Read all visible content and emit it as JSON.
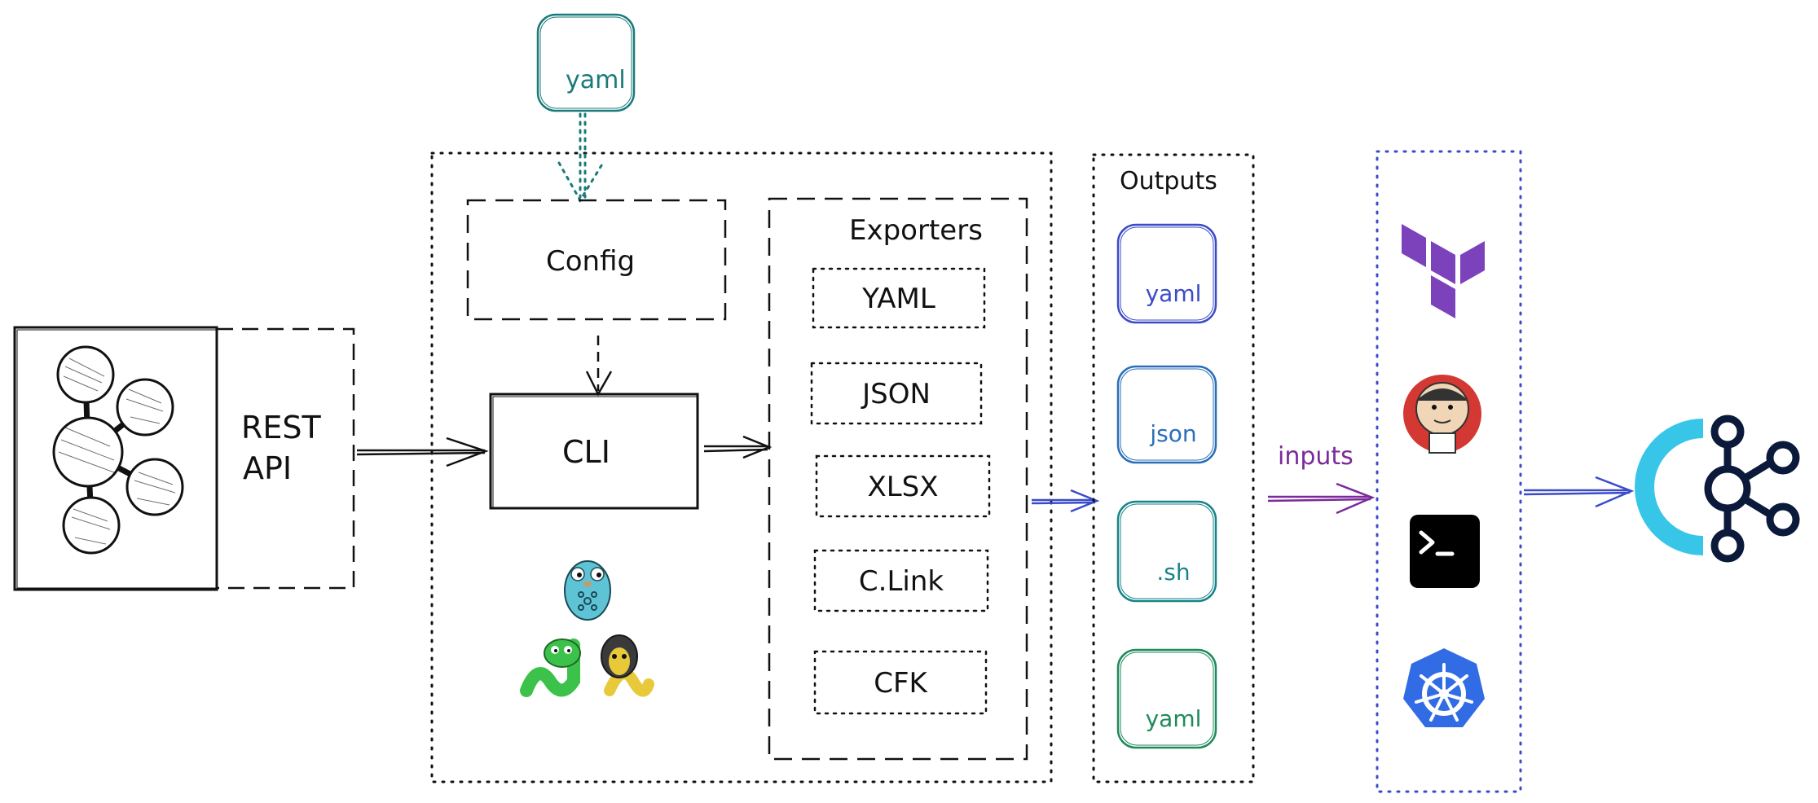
{
  "labels": {
    "rest_api_line1": "REST",
    "rest_api_line2": "API",
    "config": "Config",
    "cli": "CLI",
    "config_input": "yaml",
    "exporters_title": "Exporters",
    "outputs_title": "Outputs",
    "inputs": "inputs"
  },
  "exporters": [
    "YAML",
    "JSON",
    "XLSX",
    "C.Link",
    "CFK"
  ],
  "outputs": [
    {
      "label": "yaml",
      "color": "#3b4bc8"
    },
    {
      "label": "json",
      "color": "#2a6fb8"
    },
    {
      "label": ".sh",
      "color": "#17848a"
    },
    {
      "label": "yaml",
      "color": "#1f8a5a"
    }
  ],
  "colors": {
    "ink": "#111111",
    "teal": "#1a7a7a",
    "blue_arrow": "#3b4bc8",
    "purple": "#7a2a9a",
    "targets_border": "#3b4bc8",
    "terraform": "#7b42bc",
    "kubernetes": "#326ce5",
    "kafka_dark": "#0b1a3a",
    "kafka_accent": "#38c6e8"
  },
  "icons": {
    "graph": "graph-network-icon",
    "gopher": "go-gopher-icon",
    "snakes": "python-snakes-icon",
    "terraform": "terraform-icon",
    "jenkins": "jenkins-icon",
    "terminal": "terminal-icon",
    "kubernetes": "kubernetes-icon",
    "kafka": "kafka-logo-icon"
  }
}
